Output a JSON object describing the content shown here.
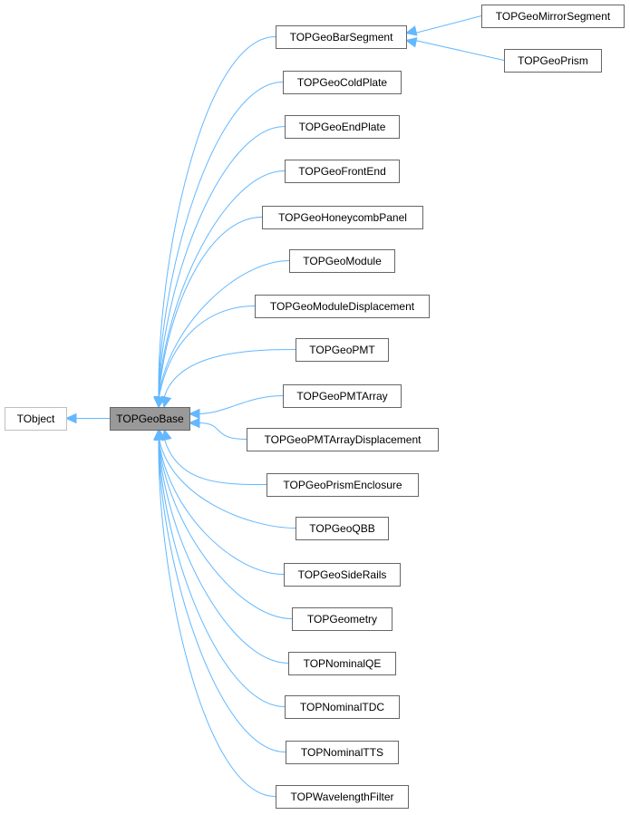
{
  "diagram": {
    "colors": {
      "edge": "#63b8ff",
      "focus_fill": "#999999",
      "node_border": "#666666",
      "external_border": "#bfbfbf"
    },
    "nodes": [
      {
        "id": "TObject",
        "label": "TObject",
        "kind": "external"
      },
      {
        "id": "TOPGeoBase",
        "label": "TOPGeoBase",
        "kind": "focus"
      },
      {
        "id": "TOPGeoBarSegment",
        "label": "TOPGeoBarSegment",
        "kind": "normal"
      },
      {
        "id": "TOPGeoMirrorSegment",
        "label": "TOPGeoMirrorSegment",
        "kind": "normal"
      },
      {
        "id": "TOPGeoPrism",
        "label": "TOPGeoPrism",
        "kind": "normal"
      },
      {
        "id": "TOPGeoColdPlate",
        "label": "TOPGeoColdPlate",
        "kind": "normal"
      },
      {
        "id": "TOPGeoEndPlate",
        "label": "TOPGeoEndPlate",
        "kind": "normal"
      },
      {
        "id": "TOPGeoFrontEnd",
        "label": "TOPGeoFrontEnd",
        "kind": "normal"
      },
      {
        "id": "TOPGeoHoneycombPanel",
        "label": "TOPGeoHoneycombPanel",
        "kind": "normal"
      },
      {
        "id": "TOPGeoModule",
        "label": "TOPGeoModule",
        "kind": "normal"
      },
      {
        "id": "TOPGeoModuleDisplacement",
        "label": "TOPGeoModuleDisplacement",
        "kind": "normal"
      },
      {
        "id": "TOPGeoPMT",
        "label": "TOPGeoPMT",
        "kind": "normal"
      },
      {
        "id": "TOPGeoPMTArray",
        "label": "TOPGeoPMTArray",
        "kind": "normal"
      },
      {
        "id": "TOPGeoPMTArrayDisplacement",
        "label": "TOPGeoPMTArrayDisplacement",
        "kind": "normal"
      },
      {
        "id": "TOPGeoPrismEnclosure",
        "label": "TOPGeoPrismEnclosure",
        "kind": "normal"
      },
      {
        "id": "TOPGeoQBB",
        "label": "TOPGeoQBB",
        "kind": "normal"
      },
      {
        "id": "TOPGeoSideRails",
        "label": "TOPGeoSideRails",
        "kind": "normal"
      },
      {
        "id": "TOPGeometry",
        "label": "TOPGeometry",
        "kind": "normal"
      },
      {
        "id": "TOPNominalQE",
        "label": "TOPNominalQE",
        "kind": "normal"
      },
      {
        "id": "TOPNominalTDC",
        "label": "TOPNominalTDC",
        "kind": "normal"
      },
      {
        "id": "TOPNominalTTS",
        "label": "TOPNominalTTS",
        "kind": "normal"
      },
      {
        "id": "TOPWavelengthFilter",
        "label": "TOPWavelengthFilter",
        "kind": "normal"
      }
    ],
    "edges": [
      {
        "from": "TOPGeoBase",
        "to": "TObject"
      },
      {
        "from": "TOPGeoBarSegment",
        "to": "TOPGeoBase"
      },
      {
        "from": "TOPGeoMirrorSegment",
        "to": "TOPGeoBarSegment"
      },
      {
        "from": "TOPGeoPrism",
        "to": "TOPGeoBarSegment"
      },
      {
        "from": "TOPGeoColdPlate",
        "to": "TOPGeoBase"
      },
      {
        "from": "TOPGeoEndPlate",
        "to": "TOPGeoBase"
      },
      {
        "from": "TOPGeoFrontEnd",
        "to": "TOPGeoBase"
      },
      {
        "from": "TOPGeoHoneycombPanel",
        "to": "TOPGeoBase"
      },
      {
        "from": "TOPGeoModule",
        "to": "TOPGeoBase"
      },
      {
        "from": "TOPGeoModuleDisplacement",
        "to": "TOPGeoBase"
      },
      {
        "from": "TOPGeoPMT",
        "to": "TOPGeoBase"
      },
      {
        "from": "TOPGeoPMTArray",
        "to": "TOPGeoBase"
      },
      {
        "from": "TOPGeoPMTArrayDisplacement",
        "to": "TOPGeoBase"
      },
      {
        "from": "TOPGeoPrismEnclosure",
        "to": "TOPGeoBase"
      },
      {
        "from": "TOPGeoQBB",
        "to": "TOPGeoBase"
      },
      {
        "from": "TOPGeoSideRails",
        "to": "TOPGeoBase"
      },
      {
        "from": "TOPGeometry",
        "to": "TOPGeoBase"
      },
      {
        "from": "TOPNominalQE",
        "to": "TOPGeoBase"
      },
      {
        "from": "TOPNominalTDC",
        "to": "TOPGeoBase"
      },
      {
        "from": "TOPNominalTTS",
        "to": "TOPGeoBase"
      },
      {
        "from": "TOPWavelengthFilter",
        "to": "TOPGeoBase"
      }
    ]
  }
}
